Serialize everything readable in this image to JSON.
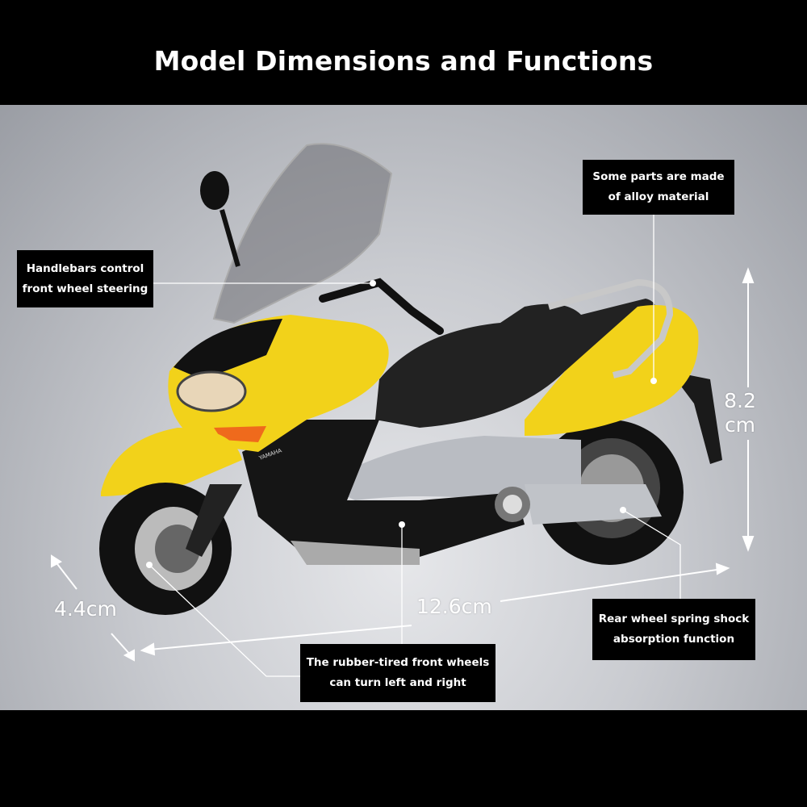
{
  "header": {
    "title": "Model Dimensions and Functions"
  },
  "callouts": {
    "alloy": {
      "line1": "Some parts are made",
      "line2": "of alloy material"
    },
    "handlebars": {
      "line1": "Handlebars control",
      "line2": "front wheel steering"
    },
    "rear_shock": {
      "line1": "Rear wheel spring shock",
      "line2": "absorption function"
    },
    "front_wheels": {
      "line1": "The rubber-tired front wheels",
      "line2": "can turn left and right"
    }
  },
  "dimensions": {
    "height_value": "8.2",
    "height_unit": "cm",
    "length": "12.6cm",
    "width": "4.4cm"
  },
  "product": {
    "brand_mark": "YAMAHA"
  },
  "colors": {
    "body_yellow": "#f2d21a",
    "label_bg": "#000000",
    "background_gray": "#c9cbd0"
  }
}
